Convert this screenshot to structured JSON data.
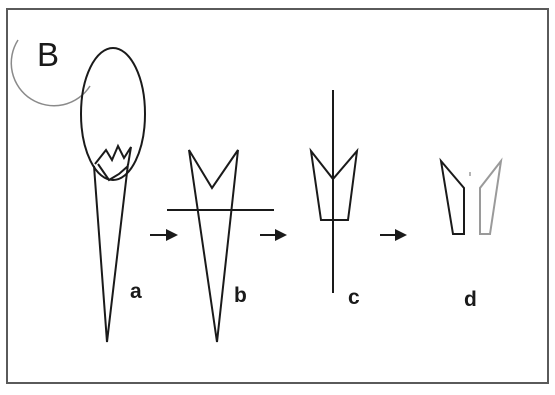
{
  "panel": {
    "letter": "B"
  },
  "steps": [
    {
      "id": "a",
      "label": "a"
    },
    {
      "id": "b",
      "label": "b"
    },
    {
      "id": "c",
      "label": "c"
    },
    {
      "id": "d",
      "label": "d"
    }
  ],
  "colors": {
    "stroke": "#1a1a1a",
    "faded_stroke": "#9a9a9a",
    "frame": "#5a5a5a",
    "background": "#ffffff"
  }
}
